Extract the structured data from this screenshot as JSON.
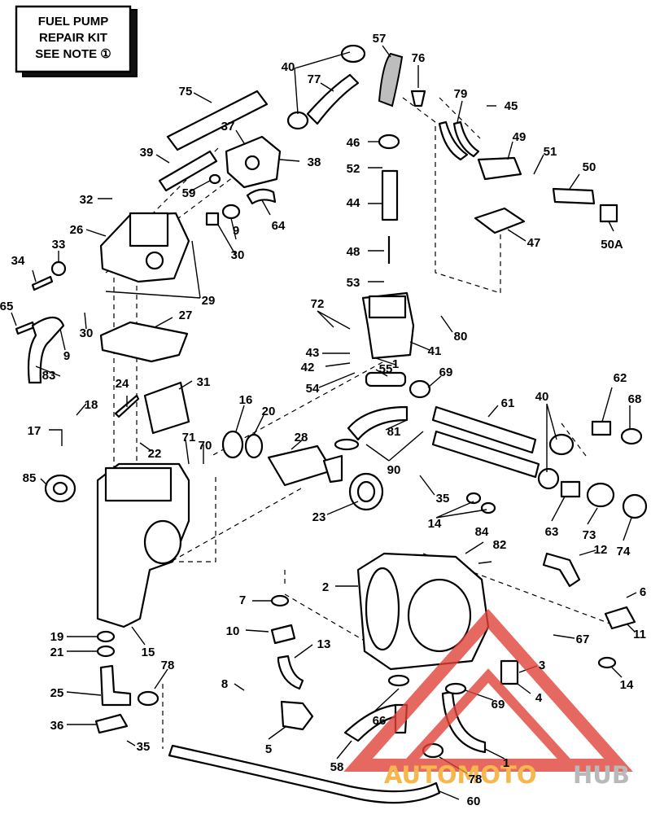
{
  "note_box": {
    "lines": [
      "FUEL PUMP",
      "REPAIR KIT",
      "SEE NOTE ①"
    ]
  },
  "watermark": {
    "brand_orange": "AUTOMOTO",
    "brand_gray": "HUB",
    "orange_color": "#f5a623",
    "gray_color": "#a8a8a8",
    "triangle_color": "#e0443a"
  },
  "callouts": [
    "40",
    "57",
    "76",
    "77",
    "75",
    "79",
    "45",
    "37",
    "38",
    "39",
    "49",
    "46",
    "51",
    "52",
    "50",
    "59",
    "32",
    "64",
    "44",
    "26",
    "9",
    "30",
    "47",
    "50A",
    "33",
    "34",
    "29",
    "48",
    "65",
    "53",
    "72",
    "80",
    "30",
    "27",
    "9",
    "43",
    "41",
    "42",
    "1",
    "54",
    "55",
    "69",
    "83",
    "62",
    "31",
    "24",
    "18",
    "68",
    "40",
    "16",
    "20",
    "81",
    "61",
    "17",
    "71",
    "70",
    "28",
    "22",
    "90",
    "85",
    "35",
    "14",
    "23",
    "84",
    "82",
    "12",
    "63",
    "73",
    "74",
    "2",
    "7",
    "6",
    "10",
    "11",
    "19",
    "21",
    "15",
    "13",
    "67",
    "3",
    "4",
    "78",
    "8",
    "25",
    "69",
    "14",
    "66",
    "36",
    "5",
    "35",
    "58",
    "1",
    "78",
    "60"
  ]
}
